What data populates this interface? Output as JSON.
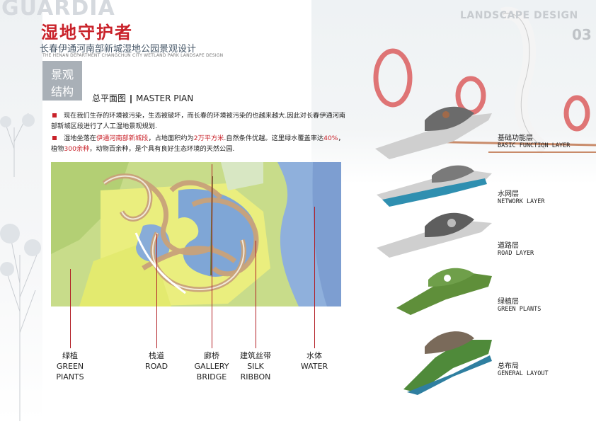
{
  "brand": "GUARDIA",
  "title_cn": "湿地守护者",
  "subtitle_cn": "长春伊通河南部新城湿地公园景观设计",
  "subtitle_en": "THE HENAN DEPARTMENT CHANGCHUN CITY WETLAND PARK LANDSAPE DESIGN",
  "header_right": "LANDSCAPE DESIGN",
  "page_number": "03",
  "section": {
    "line1": "景观",
    "line2": "结构"
  },
  "plan_heading": {
    "cn": "总平面图",
    "en": "MASTER PIAN"
  },
  "paragraph1": "现在我们生存的环境被污染，生态被破坏，而长春的环境被污染的也越来越大.因此对长春伊通河南部新城区段进行了人工湿地景观规划.",
  "paragraph2": {
    "p1": "湿地坐落在",
    "loc": "伊通河南部新城段",
    "p2": "，占地面积约为",
    "area": "2万平方米",
    "p3": ".自然条件优越。这里绿水覆盖率达",
    "pct": "40%",
    "p4": "，植物",
    "plants": "300余种",
    "p5": "，动物百余种，是个具有良好生态环境的天然公园."
  },
  "legend": [
    {
      "cn": "绿植",
      "en1": "GREEN",
      "en2": "PIANTS"
    },
    {
      "cn": "栈道",
      "en1": "ROAD",
      "en2": ""
    },
    {
      "cn": "廊桥",
      "en1": "GALLERY",
      "en2": "BRIDGE"
    },
    {
      "cn": "建筑丝带",
      "en1": "SILK",
      "en2": "RIBBON"
    },
    {
      "cn": "水体",
      "en1": "WATER",
      "en2": ""
    }
  ],
  "layers": [
    {
      "cn": "基础功能层",
      "en": "BASIC FUNCTION LAYER"
    },
    {
      "cn": "水网层",
      "en": "NETWORK LAYER"
    },
    {
      "cn": "道路层",
      "en": "ROAD LAYER"
    },
    {
      "cn": "绿植层",
      "en": "GREEN PLANTS"
    },
    {
      "cn": "总布局",
      "en": "GENERAL LAYOUT"
    }
  ],
  "colors": {
    "accent": "#c9222a",
    "water": "#7fa6d6",
    "green": "#b7d96b",
    "yellow": "#e6ec7a",
    "road": "#c9a27a"
  }
}
